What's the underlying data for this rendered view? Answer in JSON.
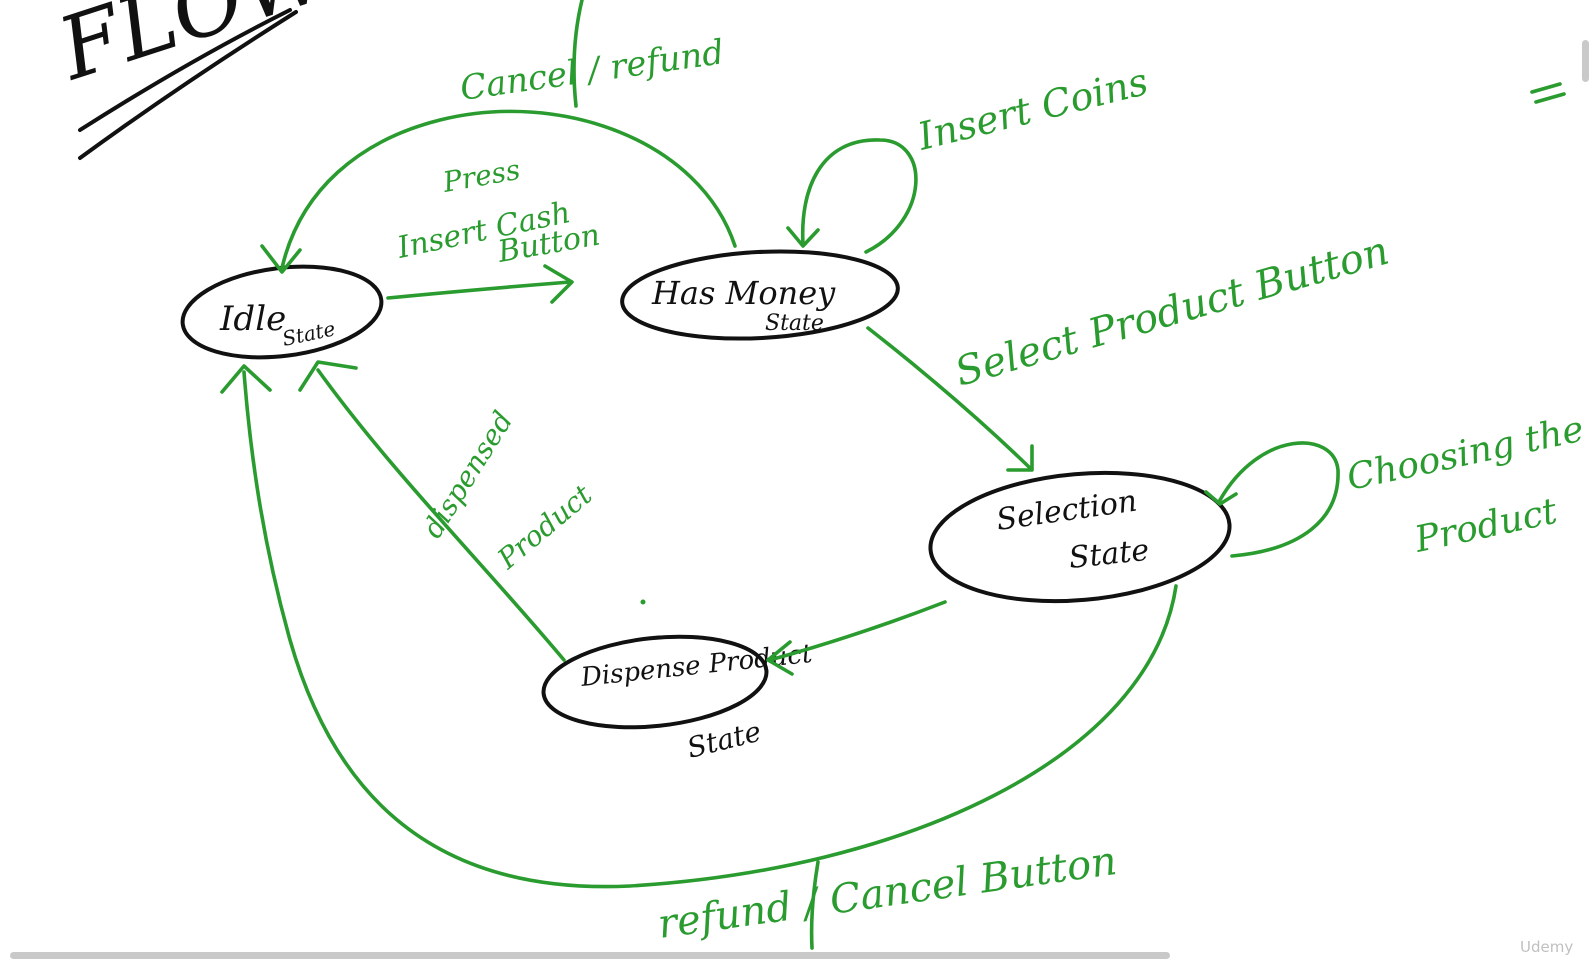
{
  "diagram": {
    "heading": "FLOW",
    "states": {
      "idle": {
        "name": "Idle",
        "suffix": "State"
      },
      "has_money": {
        "name": "Has Money",
        "suffix": "State"
      },
      "selection": {
        "name": "Selection",
        "suffix": "State"
      },
      "dispense": {
        "name": "Dispense Product",
        "suffix": "State"
      }
    },
    "transitions": {
      "idle_to_has_money": {
        "line1": "Press",
        "line2": "Insert Cash",
        "line3": "Button"
      },
      "has_money_to_idle": "Cancel / refund",
      "has_money_self": "Insert Coins",
      "has_money_to_selection": "Select Product Button",
      "selection_self": {
        "line1": "Choosing the",
        "line2": "Product"
      },
      "selection_to_dispense": "",
      "dispense_to_idle": {
        "line1": "dispensed",
        "line2": "Product"
      },
      "selection_to_idle": "refund / Cancel Button"
    },
    "ink_colors": {
      "states": "#111111",
      "transitions": "#2a9b2f"
    }
  },
  "watermark": "Udemy"
}
